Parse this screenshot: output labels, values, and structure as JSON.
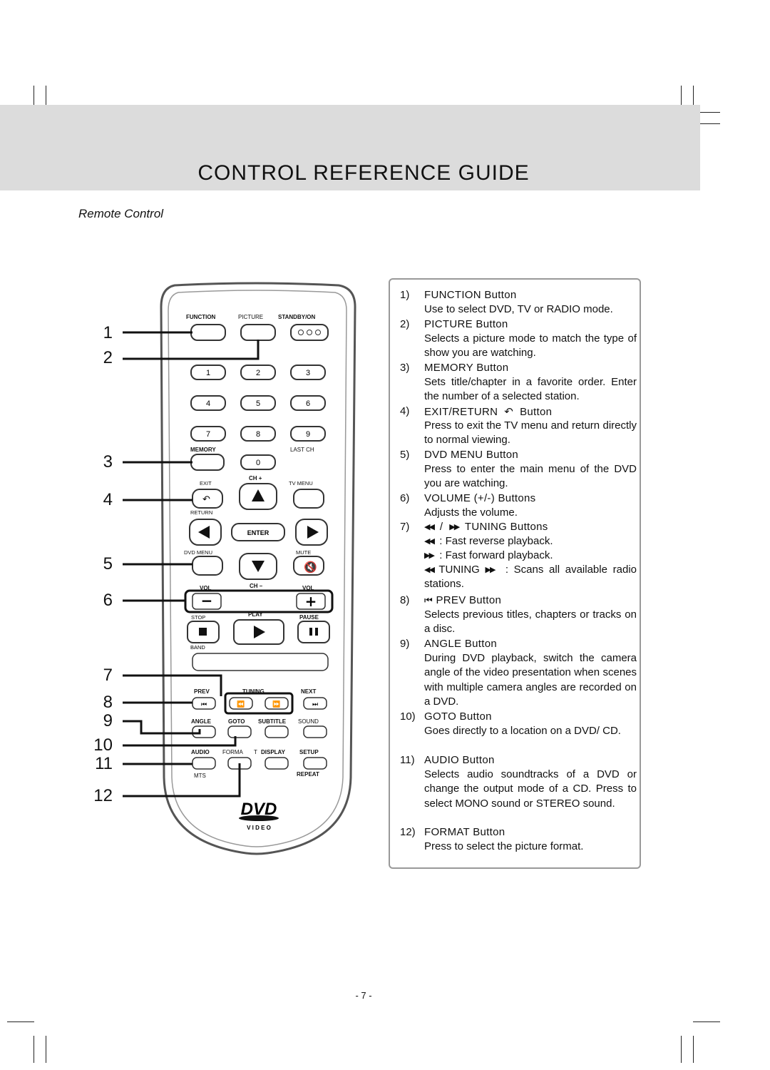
{
  "header": {
    "title": "CONTROL REFERENCE GUIDE",
    "subtitle": "Remote Control"
  },
  "footer": {
    "page_number": "- 7 -"
  },
  "remote": {
    "labels": {
      "function": "FUNCTION",
      "picture": "PICTURE",
      "standby": "STANDBY/ON",
      "memory": "MEMORY",
      "last_ch": "LAST CH",
      "ch_plus": "CH +",
      "exit": "EXIT",
      "tv_menu": "TV MENU",
      "return": "RETURN",
      "enter": "ENTER",
      "dvd_menu": "DVD MENU",
      "mute": "MUTE",
      "ch_minus": "CH –",
      "vol_left": "VOL",
      "vol_right": "VOL",
      "stop": "STOP",
      "play": "PLAY",
      "pause": "PAUSE",
      "band": "BAND",
      "prev": "PREV",
      "tuning": "TUNING",
      "next": "NEXT",
      "angle": "ANGLE",
      "goto": "GOTO",
      "subtitle": "SUBTITLE",
      "sound": "SOUND",
      "audio": "AUDIO",
      "format": "FORMA",
      "format_t": "T",
      "display": "DISPLAY",
      "setup": "SETUP",
      "mts": "MTS",
      "repeat": "REPEAT",
      "dvd_logo": "DVD",
      "video_logo": "V I D E O"
    },
    "digits": [
      "1",
      "2",
      "3",
      "4",
      "5",
      "6",
      "7",
      "8",
      "9",
      "0"
    ],
    "callouts": [
      "1",
      "2",
      "3",
      "4",
      "5",
      "6",
      "7",
      "8",
      "9",
      "10",
      "11",
      "12"
    ]
  },
  "items": [
    {
      "num": "1)",
      "title": "FUNCTION Button",
      "desc": [
        "Use to select DVD, TV or RADIO mode."
      ]
    },
    {
      "num": "2)",
      "title": "PICTURE Button",
      "desc": [
        "Selects a picture mode to match the type of show you are watching."
      ]
    },
    {
      "num": "3)",
      "title": "MEMORY Button",
      "desc": [
        "Sets title/chapter in a favorite order. Enter the number of a selected station."
      ]
    },
    {
      "num": "4)",
      "title": "EXIT/RETURN",
      "title_suffix": "Button",
      "desc": [
        "Press to exit the TV menu and return directly to normal viewing."
      ]
    },
    {
      "num": "5)",
      "title": "DVD MENU Button",
      "desc": [
        "Press to enter the main menu of the DVD you are watching."
      ]
    },
    {
      "num": "6)",
      "title": "VOLUME (+/-) Buttons",
      "desc": [
        "Adjusts the volume."
      ]
    },
    {
      "num": "7)",
      "title": "TUNING Buttons",
      "title_sep": "/",
      "desc_rev": ": Fast reverse playback.",
      "desc_fwd": ": Fast forward playback.",
      "desc_tuning_word": "TUNING",
      "desc_tuning": ": Scans all available radio stations."
    },
    {
      "num": "8)",
      "title": "PREV Button",
      "desc": [
        "Selects previous titles, chapters or tracks on a disc."
      ]
    },
    {
      "num": "9)",
      "title": "ANGLE Button",
      "desc": [
        "During DVD playback, switch the camera angle of the video presentation when scenes with multiple camera angles are recorded on a DVD."
      ]
    },
    {
      "num": "10)",
      "title": "GOTO Button",
      "desc": [
        "Goes directly to a location on a DVD/ CD."
      ]
    },
    {
      "num": "11)",
      "title": "AUDIO Button",
      "desc": [
        "Selects audio soundtracks of a DVD or change the output mode of a CD. Press to select MONO sound or STEREO sound."
      ]
    },
    {
      "num": "12)",
      "title": "FORMAT Button",
      "desc": [
        "Press to select the picture format."
      ]
    }
  ]
}
